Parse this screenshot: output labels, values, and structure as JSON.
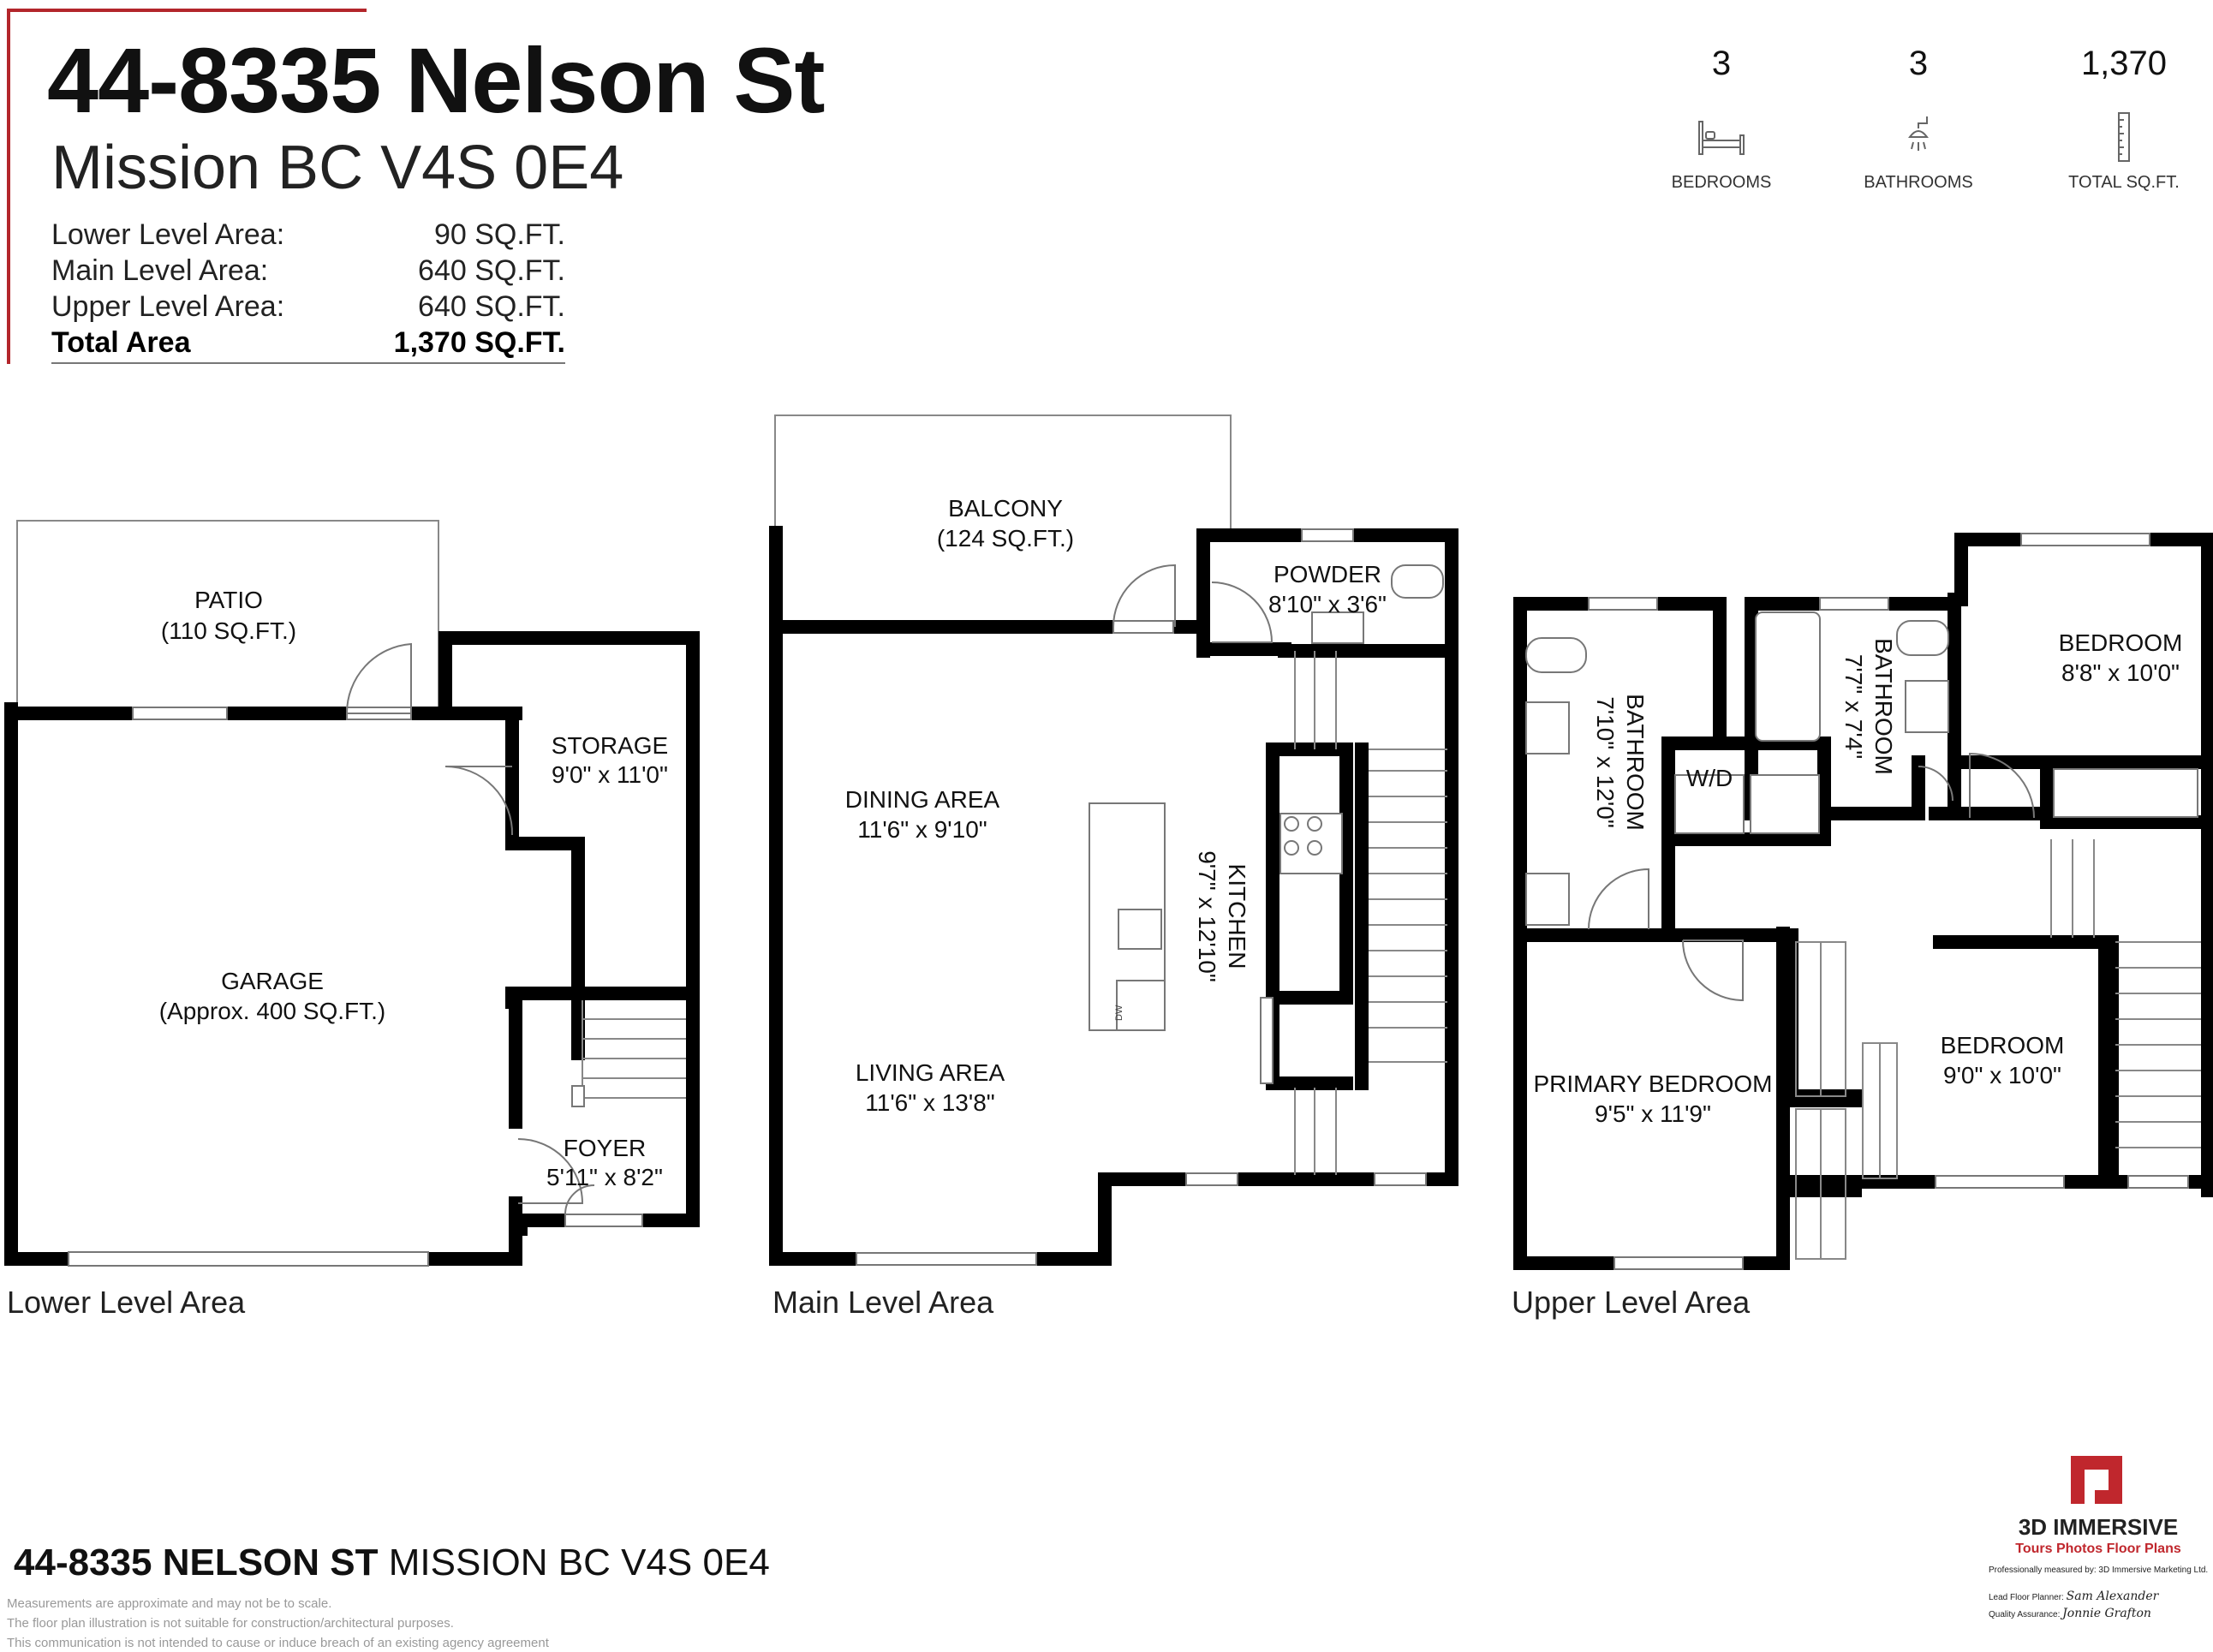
{
  "header": {
    "street": "44-8335 Nelson St",
    "city": "Mission BC V4S 0E4"
  },
  "areas": [
    {
      "label": "Lower Level Area:",
      "value": "90 SQ.FT."
    },
    {
      "label": "Main Level Area:",
      "value": "640 SQ.FT."
    },
    {
      "label": "Upper Level Area:",
      "value": "640 SQ.FT."
    },
    {
      "label": "Total Area",
      "value": "1,370 SQ.FT."
    }
  ],
  "stats": [
    {
      "value": "3",
      "label": "BEDROOMS",
      "icon": "bed-icon"
    },
    {
      "value": "3",
      "label": "BATHROOMS",
      "icon": "shower-icon"
    },
    {
      "value": "1,370",
      "label": "TOTAL SQ.FT.",
      "icon": "ruler-icon"
    }
  ],
  "levels": {
    "lower": "Lower Level Area",
    "main": "Main Level Area",
    "upper": "Upper Level Area"
  },
  "rooms": {
    "patio": {
      "name": "PATIO",
      "dim": "(110 SQ.FT.)"
    },
    "storage": {
      "name": "STORAGE",
      "dim": "9'0\" x 11'0\""
    },
    "garage": {
      "name": "GARAGE",
      "dim": "(Approx. 400 SQ.FT.)"
    },
    "foyer": {
      "name": "FOYER",
      "dim": "5'11\" x 8'2\""
    },
    "balcony": {
      "name": "BALCONY",
      "dim": "(124 SQ.FT.)"
    },
    "powder": {
      "name": "POWDER",
      "dim": "8'10\" x 3'6\""
    },
    "dining": {
      "name": "DINING AREA",
      "dim": "11'6\" x 9'10\""
    },
    "kitchen": {
      "name": "KITCHEN",
      "dim": "9'7\" x 12'10\""
    },
    "living": {
      "name": "LIVING AREA",
      "dim": "11'6\" x 13'8\""
    },
    "bath1": {
      "name": "BATHROOM",
      "dim": "7'10\" x 12'0\""
    },
    "bath2": {
      "name": "BATHROOM",
      "dim": "7'7\" x 7'4\""
    },
    "wd": {
      "name": "W/D"
    },
    "bed1": {
      "name": "BEDROOM",
      "dim": "8'8\" x 10'0\""
    },
    "primary": {
      "name": "PRIMARY BEDROOM",
      "dim": "9'5\" x 11'9\""
    },
    "bed2": {
      "name": "BEDROOM",
      "dim": "9'0\" x 10'0\""
    },
    "dw": "DW"
  },
  "footer": {
    "street": "44-8335 NELSON ST",
    "city": "MISSION BC V4S 0E4",
    "disclaimers": [
      "Measurements are approximate and may not be to scale.",
      "The floor plan illustration is not suitable for construction/architectural purposes.",
      "This communication is not intended to cause or induce breach of an existing agency agreement"
    ]
  },
  "brand": {
    "name": "3D IMMERSIVE",
    "tagline": "Tours  Photos  Floor Plans",
    "measured_by": "Professionally measured by: 3D Immersive Marketing Ltd.",
    "lead_label": "Lead Floor Planner:",
    "lead_sig": "Sam Alexander",
    "qa_label": "Quality Assurance:",
    "qa_sig": "Jonnie Grafton",
    "color": "#c0272d"
  }
}
